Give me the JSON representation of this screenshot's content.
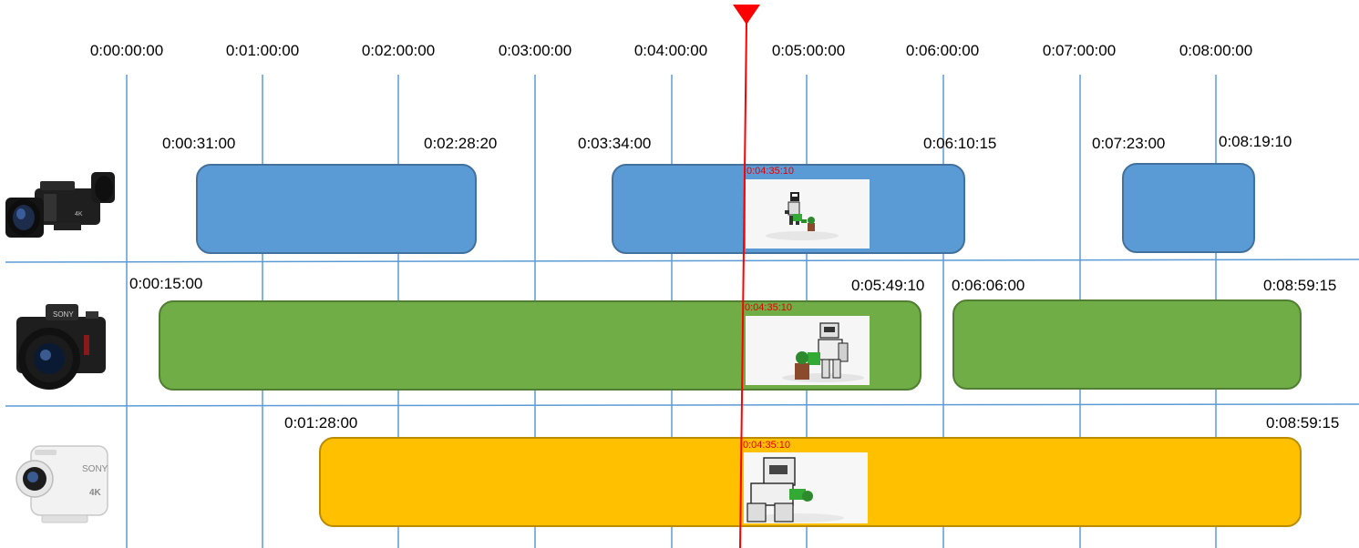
{
  "timeline": {
    "ticks": [
      "0:00:00:00",
      "0:01:00:00",
      "0:02:00:00",
      "0:03:00:00",
      "0:04:00:00",
      "0:05:00:00",
      "0:06:00:00",
      "0:07:00:00",
      "0:08:00:00"
    ]
  },
  "playhead": {
    "time": "0:04:35:10",
    "color": "#ff0000"
  },
  "tracks": [
    {
      "camera": "camcorder-icon",
      "color": "#5b9bd5",
      "border": "#41719c",
      "clips": [
        {
          "start": "0:00:31:00",
          "end": "0:02:28:20"
        },
        {
          "start": "0:03:34:00",
          "end": "0:06:10:15",
          "frame_label": "0:04:35:10"
        },
        {
          "start": "0:07:23:00",
          "end": "0:08:19:10"
        }
      ]
    },
    {
      "camera": "mirrorless-camera-icon",
      "color": "#70ad47",
      "border": "#507e32",
      "clips": [
        {
          "start": "0:00:15:00",
          "end": "0:05:49:10",
          "frame_label": "0:04:35:10"
        },
        {
          "start": "0:06:06:00",
          "end": "0:08:59:15"
        }
      ]
    },
    {
      "camera": "action-camera-icon",
      "color": "#ffc000",
      "border": "#bc8c00",
      "clips": [
        {
          "start": "0:01:28:00",
          "end": "0:08:59:15",
          "frame_label": "0:04:35:10"
        }
      ]
    }
  ],
  "camera_branding": {
    "action_cam_brand": "SONY",
    "action_cam_badge": "4K",
    "mirrorless_brand": "SONY"
  }
}
